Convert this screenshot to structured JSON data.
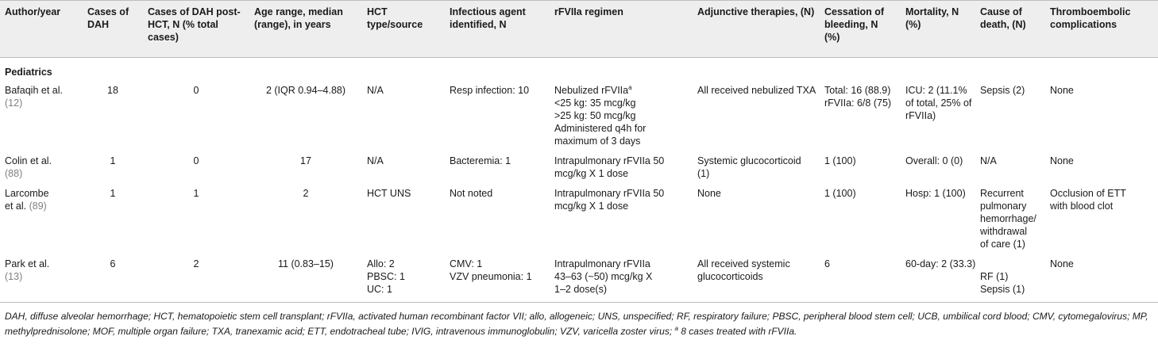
{
  "headers": [
    "Author/year",
    "Cases of DAH",
    "Cases of DAH post-HCT, N (% total cases)",
    "Age range, median (range), in years",
    "HCT type/source",
    "Infectious agent identified, N",
    "rFVIIa regimen",
    "Adjunctive therapies, (N)",
    "Cessation of bleeding, N (%)",
    "Mortality, N (%)",
    "Cause of death, (N)",
    "Thromboembolic complications"
  ],
  "section": "Pediatrics",
  "rows": [
    {
      "author_name": "Bafaqih et al.",
      "author_ref": "(12)",
      "cases": "18",
      "post_hct": "0",
      "age": "2 (IQR 0.94–4.88)",
      "hct": [
        "N/A"
      ],
      "infect": [
        "Resp infection: 10"
      ],
      "regimen_head": "Nebulized rFVIIa",
      "regimen_sup": "a",
      "regimen": [
        "<25 kg: 35 mcg/kg",
        ">25 kg: 50 mcg/kg",
        "Administered q4h for",
        "maximum of 3 days"
      ],
      "adjunct": [
        "All received nebulized TXA"
      ],
      "cessation": [
        "Total: 16 (88.9)",
        "rFVIIa: 6/8 (75)"
      ],
      "mortality": [
        "ICU: 2 (11.1%",
        "of total, 25% of",
        "rFVIIa)"
      ],
      "cause": [
        "Sepsis (2)"
      ],
      "thrombo": [
        "None"
      ]
    },
    {
      "author_name": "Colin et al.",
      "author_ref": "(88)",
      "cases": "1",
      "post_hct": "0",
      "age": "17",
      "hct": [
        "N/A"
      ],
      "infect": [
        "Bacteremia: 1"
      ],
      "regimen": [
        "Intrapulmonary rFVIIa 50",
        "mcg/kg X 1 dose"
      ],
      "adjunct": [
        "Systemic glucocorticoid",
        "(1)"
      ],
      "cessation": [
        "1 (100)"
      ],
      "mortality": [
        "Overall: 0 (0)"
      ],
      "cause": [
        "N/A"
      ],
      "thrombo": [
        "None"
      ]
    },
    {
      "author_name": "Larcombe",
      "author_name2": "et al.",
      "author_ref": "(89)",
      "cases": "1",
      "post_hct": "1",
      "age": "2",
      "hct": [
        "HCT UNS"
      ],
      "infect": [
        "Not noted"
      ],
      "regimen": [
        "Intrapulmonary rFVIIa 50",
        "mcg/kg X 1 dose"
      ],
      "adjunct": [
        "None"
      ],
      "cessation": [
        "1 (100)"
      ],
      "mortality": [
        "Hosp: 1 (100)"
      ],
      "cause": [
        "Recurrent",
        "pulmonary",
        "hemorrhage/",
        "withdrawal",
        "of care (1)"
      ],
      "thrombo": [
        "Occlusion of ETT",
        "with blood clot"
      ]
    },
    {
      "author_name": "Park et al.",
      "author_ref": "(13)",
      "cases": "6",
      "post_hct": "2",
      "age": "11 (0.83–15)",
      "hct": [
        "Allo: 2",
        "PBSC: 1",
        "UC: 1"
      ],
      "infect": [
        "CMV: 1",
        "VZV pneumonia: 1"
      ],
      "regimen": [
        "Intrapulmonary rFVIIa",
        "43–63 (~50) mcg/kg X",
        "1–2 dose(s)"
      ],
      "adjunct": [
        "All received systemic",
        "glucocorticoids"
      ],
      "cessation": [
        "6"
      ],
      "mortality": [
        "60-day: 2 (33.3)"
      ],
      "cause": [
        "",
        "RF (1)",
        "Sepsis (1)"
      ],
      "thrombo": [
        "None"
      ]
    }
  ],
  "footnote_lines": [
    "DAH, diffuse alveolar hemorrhage; HCT, hematopoietic stem cell transplant; rFVIIa, activated human recombinant factor VII; allo, allogeneic; UNS, unspecified; RF, respiratory failure; PBSC, peripheral blood stem cell; UCB, umbilical",
    "cord blood; CMV, cytomegalovirus; MP, methylprednisolone; MOF, multiple organ failure; TXA, tranexamic acid; ETT, endotracheal tube; IVIG, intravenous immunoglobulin; VZV, varicella zoster virus; "
  ],
  "footnote_sup": "a",
  "footnote_end": " 8 cases treated with rFVIIa."
}
